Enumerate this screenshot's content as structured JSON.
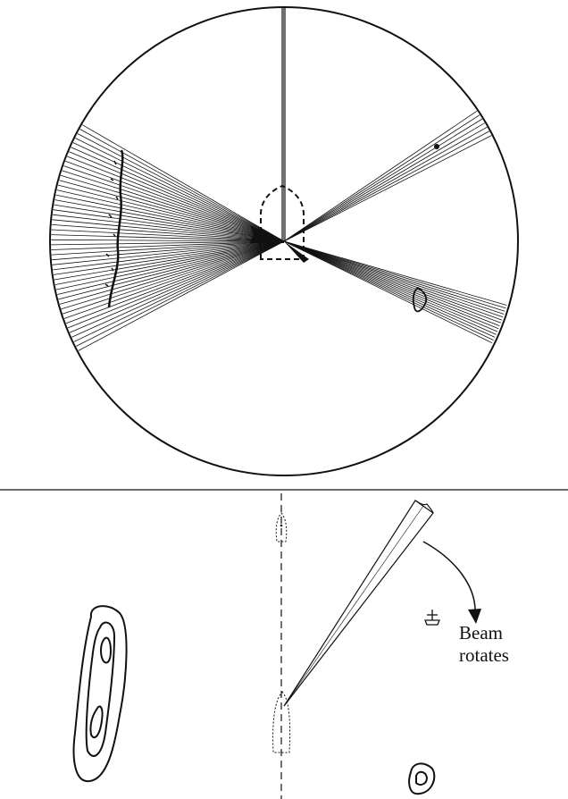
{
  "colors": {
    "ink": "#111111",
    "paper": "#ffffff"
  },
  "top_panel": {
    "description_kind": "radar-display"
  },
  "bottom_panel": {
    "label_line_1": "Beam",
    "label_line_2": "rotates"
  }
}
